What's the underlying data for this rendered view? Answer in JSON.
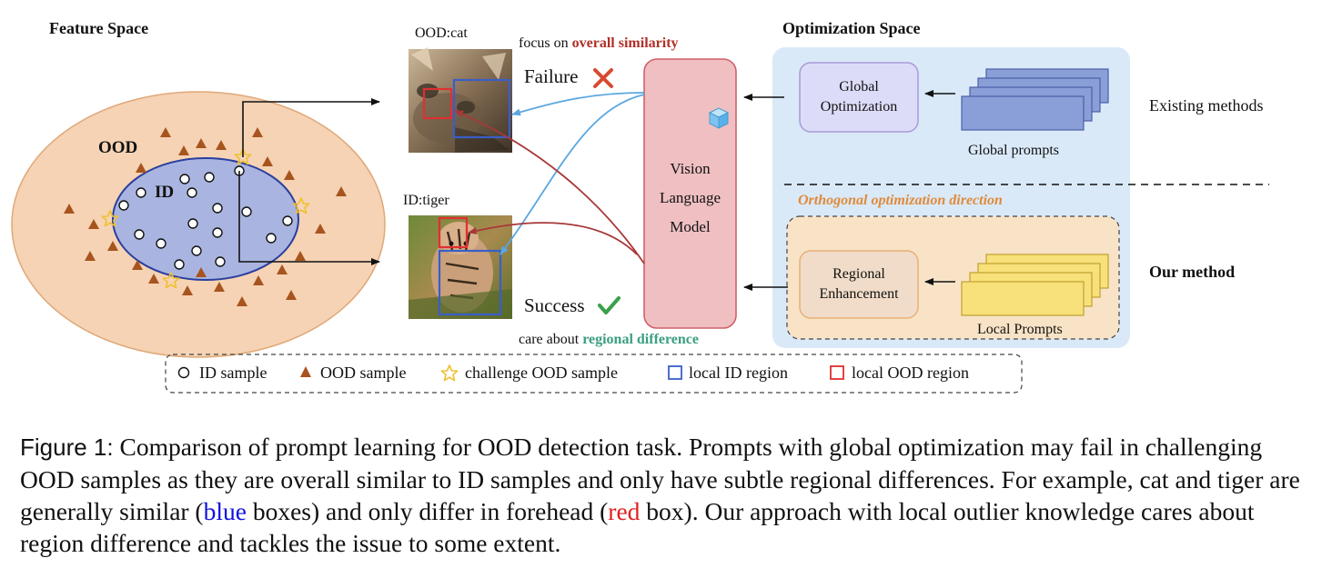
{
  "figure": {
    "feature_space_title": "Feature Space",
    "ood_region_label": "OOD",
    "id_region_label": "ID",
    "ood_example_label": "OOD:cat",
    "id_example_label": "ID:tiger",
    "focus_prefix": "focus on ",
    "focus_emph": "overall similarity",
    "failure_label": "Failure",
    "success_label": "Success",
    "care_prefix": "care about ",
    "care_emph": "regional difference",
    "vlm_line1": "Vision",
    "vlm_line2": "Language",
    "vlm_line3": "Model",
    "optimization_space_title": "Optimization Space",
    "global_opt_line1": "Global",
    "global_opt_line2": "Optimization",
    "global_prompts_label": "Global prompts",
    "existing_methods_label": "Existing methods",
    "orthogonal_label": "Orthogonal optimization direction",
    "regional_line1": "Regional",
    "regional_line2": "Enhancement",
    "local_prompts_label": "Local Prompts",
    "our_method_label": "Our method"
  },
  "legend": {
    "id_sample": "ID sample",
    "ood_sample": "OOD sample",
    "challenge_ood": "challenge OOD sample",
    "local_id_region": "local ID region",
    "local_ood_region": "local OOD region"
  },
  "caption": {
    "lead": "Figure 1:",
    "part1": " Comparison of prompt learning for OOD detection task. Prompts with global optimization may fail in challenging OOD samples as they are overall similar to ID samples and only have subtle regional differences. For example, cat and tiger are generally similar (",
    "blue_word": "blue",
    "part2": " boxes) and only differ in forehead (",
    "red_word": "red",
    "part3": " box). Our approach with local outlier knowledge cares about region difference and tackles the issue to some extent."
  },
  "colors": {
    "ood_ellipse_fill": "#f5d3b4",
    "id_ellipse_fill": "#a9b5e0",
    "triangle": "#a8541e",
    "star": "#f0c030",
    "vlm_fill": "#efbfc2",
    "vlm_border": "#d0606a",
    "opt_panel": "#d9e9f8",
    "global_box_fill": "#dcdcf8",
    "global_prompt_fill": "#8a9fd8",
    "local_panel": "#f8e3c6",
    "local_prompt_fill": "#f8e07a",
    "focus_red": "#b03028",
    "care_green": "#3a9e80",
    "orthogonal_orange": "#e08a3a",
    "arrow_blue": "#5aa7e0",
    "arrow_red": "#a83838",
    "box_blue": "#3a5ec8",
    "box_red": "#e03030"
  }
}
